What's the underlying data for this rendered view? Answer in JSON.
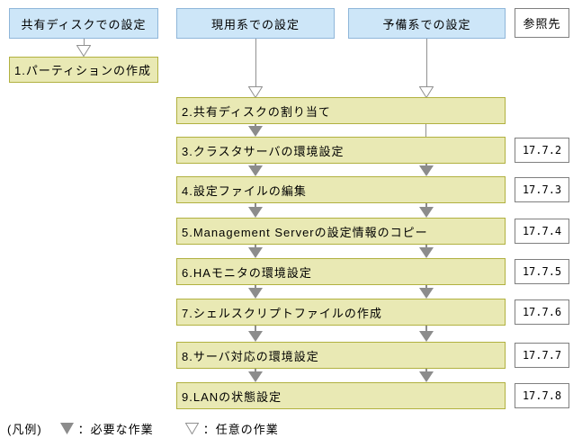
{
  "diagram": {
    "headers": {
      "shared_disk": "共有ディスクでの設定",
      "active": "現用系での設定",
      "standby": "予備系での設定",
      "reference": "参照先"
    },
    "steps": [
      {
        "label": "1.パーティションの作成",
        "ref": null
      },
      {
        "label": "2.共有ディスクの割り当て",
        "ref": null
      },
      {
        "label": "3.クラスタサーバの環境設定",
        "ref": "17.7.2"
      },
      {
        "label": "4.設定ファイルの編集",
        "ref": "17.7.3"
      },
      {
        "label": "5.Management Serverの設定情報のコピー",
        "ref": "17.7.4"
      },
      {
        "label": "6.HAモニタの環境設定",
        "ref": "17.7.5"
      },
      {
        "label": "7.シェルスクリプトファイルの作成",
        "ref": "17.7.6"
      },
      {
        "label": "8.サーバ対応の環境設定",
        "ref": "17.7.7"
      },
      {
        "label": "9.LANの状態設定",
        "ref": "17.7.8"
      }
    ],
    "legend": {
      "title": "(凡例)",
      "required": "：必要な作業",
      "optional": "：任意の作業"
    },
    "arrows": {
      "optional": [
        "共有ディスクでの設定→1",
        "現用系での設定→2",
        "予備系での設定→2"
      ],
      "required_active_column": [
        "2→3",
        "3→4",
        "4→5",
        "5→6",
        "6→7",
        "7→8",
        "8→9"
      ],
      "required_standby_column": [
        "3→4",
        "4→5",
        "5→6",
        "6→7",
        "7→8",
        "8→9"
      ],
      "plain_line_standby_column": [
        "2→3"
      ]
    },
    "colors": {
      "header_fill": "#cde6f8",
      "header_border": "#8fb6d9",
      "step_fill": "#e9e9b4",
      "step_border": "#b1b140",
      "ref_border": "#7f7f7f",
      "arrow_gray": "#8c8c8c"
    }
  }
}
